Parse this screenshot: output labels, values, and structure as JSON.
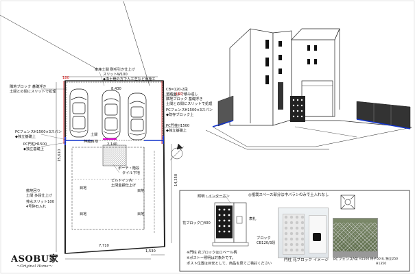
{
  "plan": {
    "labels": [
      "車庫土間 刷毛引き仕上げ",
      "スリットW100",
      "◆換土種の方で人工芝など後施工",
      "隣地ブロック 基礎浮き",
      "土間との間にスリットで処理",
      "PCフェンスH1500×3スパン",
      "◆独立基礎上",
      "PC門柱H1500",
      "◆独立基礎上",
      "CB=120-2段",
      "道路面まで積み返し",
      "隣地ブロック 基礎浮き",
      "土間との間にスリットで処理",
      "PCフェンスH1500×3スパン",
      "◆既存ブロック上",
      "PC門柱H1500",
      "◆独立基礎上",
      "伸縮目地",
      "ポーチ・階段",
      "タイル下地",
      "ビルドイン内",
      "土間金鏝仕上げ",
      "敷地回り",
      "土間 多段仕上げ",
      "排水スリット100",
      "4号砕石入れ",
      "目地",
      "目地",
      "目地",
      "目地"
    ],
    "dims": [
      "8,430",
      "150",
      "180",
      "15,610",
      "14,350",
      "7,710",
      "1,530",
      "2,140"
    ],
    "wmark": [
      "土間"
    ]
  },
  "detail": {
    "title": "◎植栽スペース部分は中バラシのみで土入れなし",
    "labels": [
      "照明・インターホン",
      "表札",
      "花ブロック□400",
      "ブロック",
      "CB120/3段",
      "※門柱 花ブロックはロベール柄",
      "※ポストー照明は対象外です。",
      "ポスト位置は目安として、商品を見てご検討ください",
      "門柱 花ブロック イメージ",
      "PCフェンス",
      "A型 H1500 格子50 8, 独立250",
      "H1350"
    ]
  },
  "logo": {
    "brand": "ASOBU家",
    "tagline": "～Original Home～"
  },
  "colors": {
    "line": "#222222",
    "accent_red": "#dd1111",
    "accent_blue": "#1133cc",
    "accent_magenta": "#dd00cc"
  }
}
